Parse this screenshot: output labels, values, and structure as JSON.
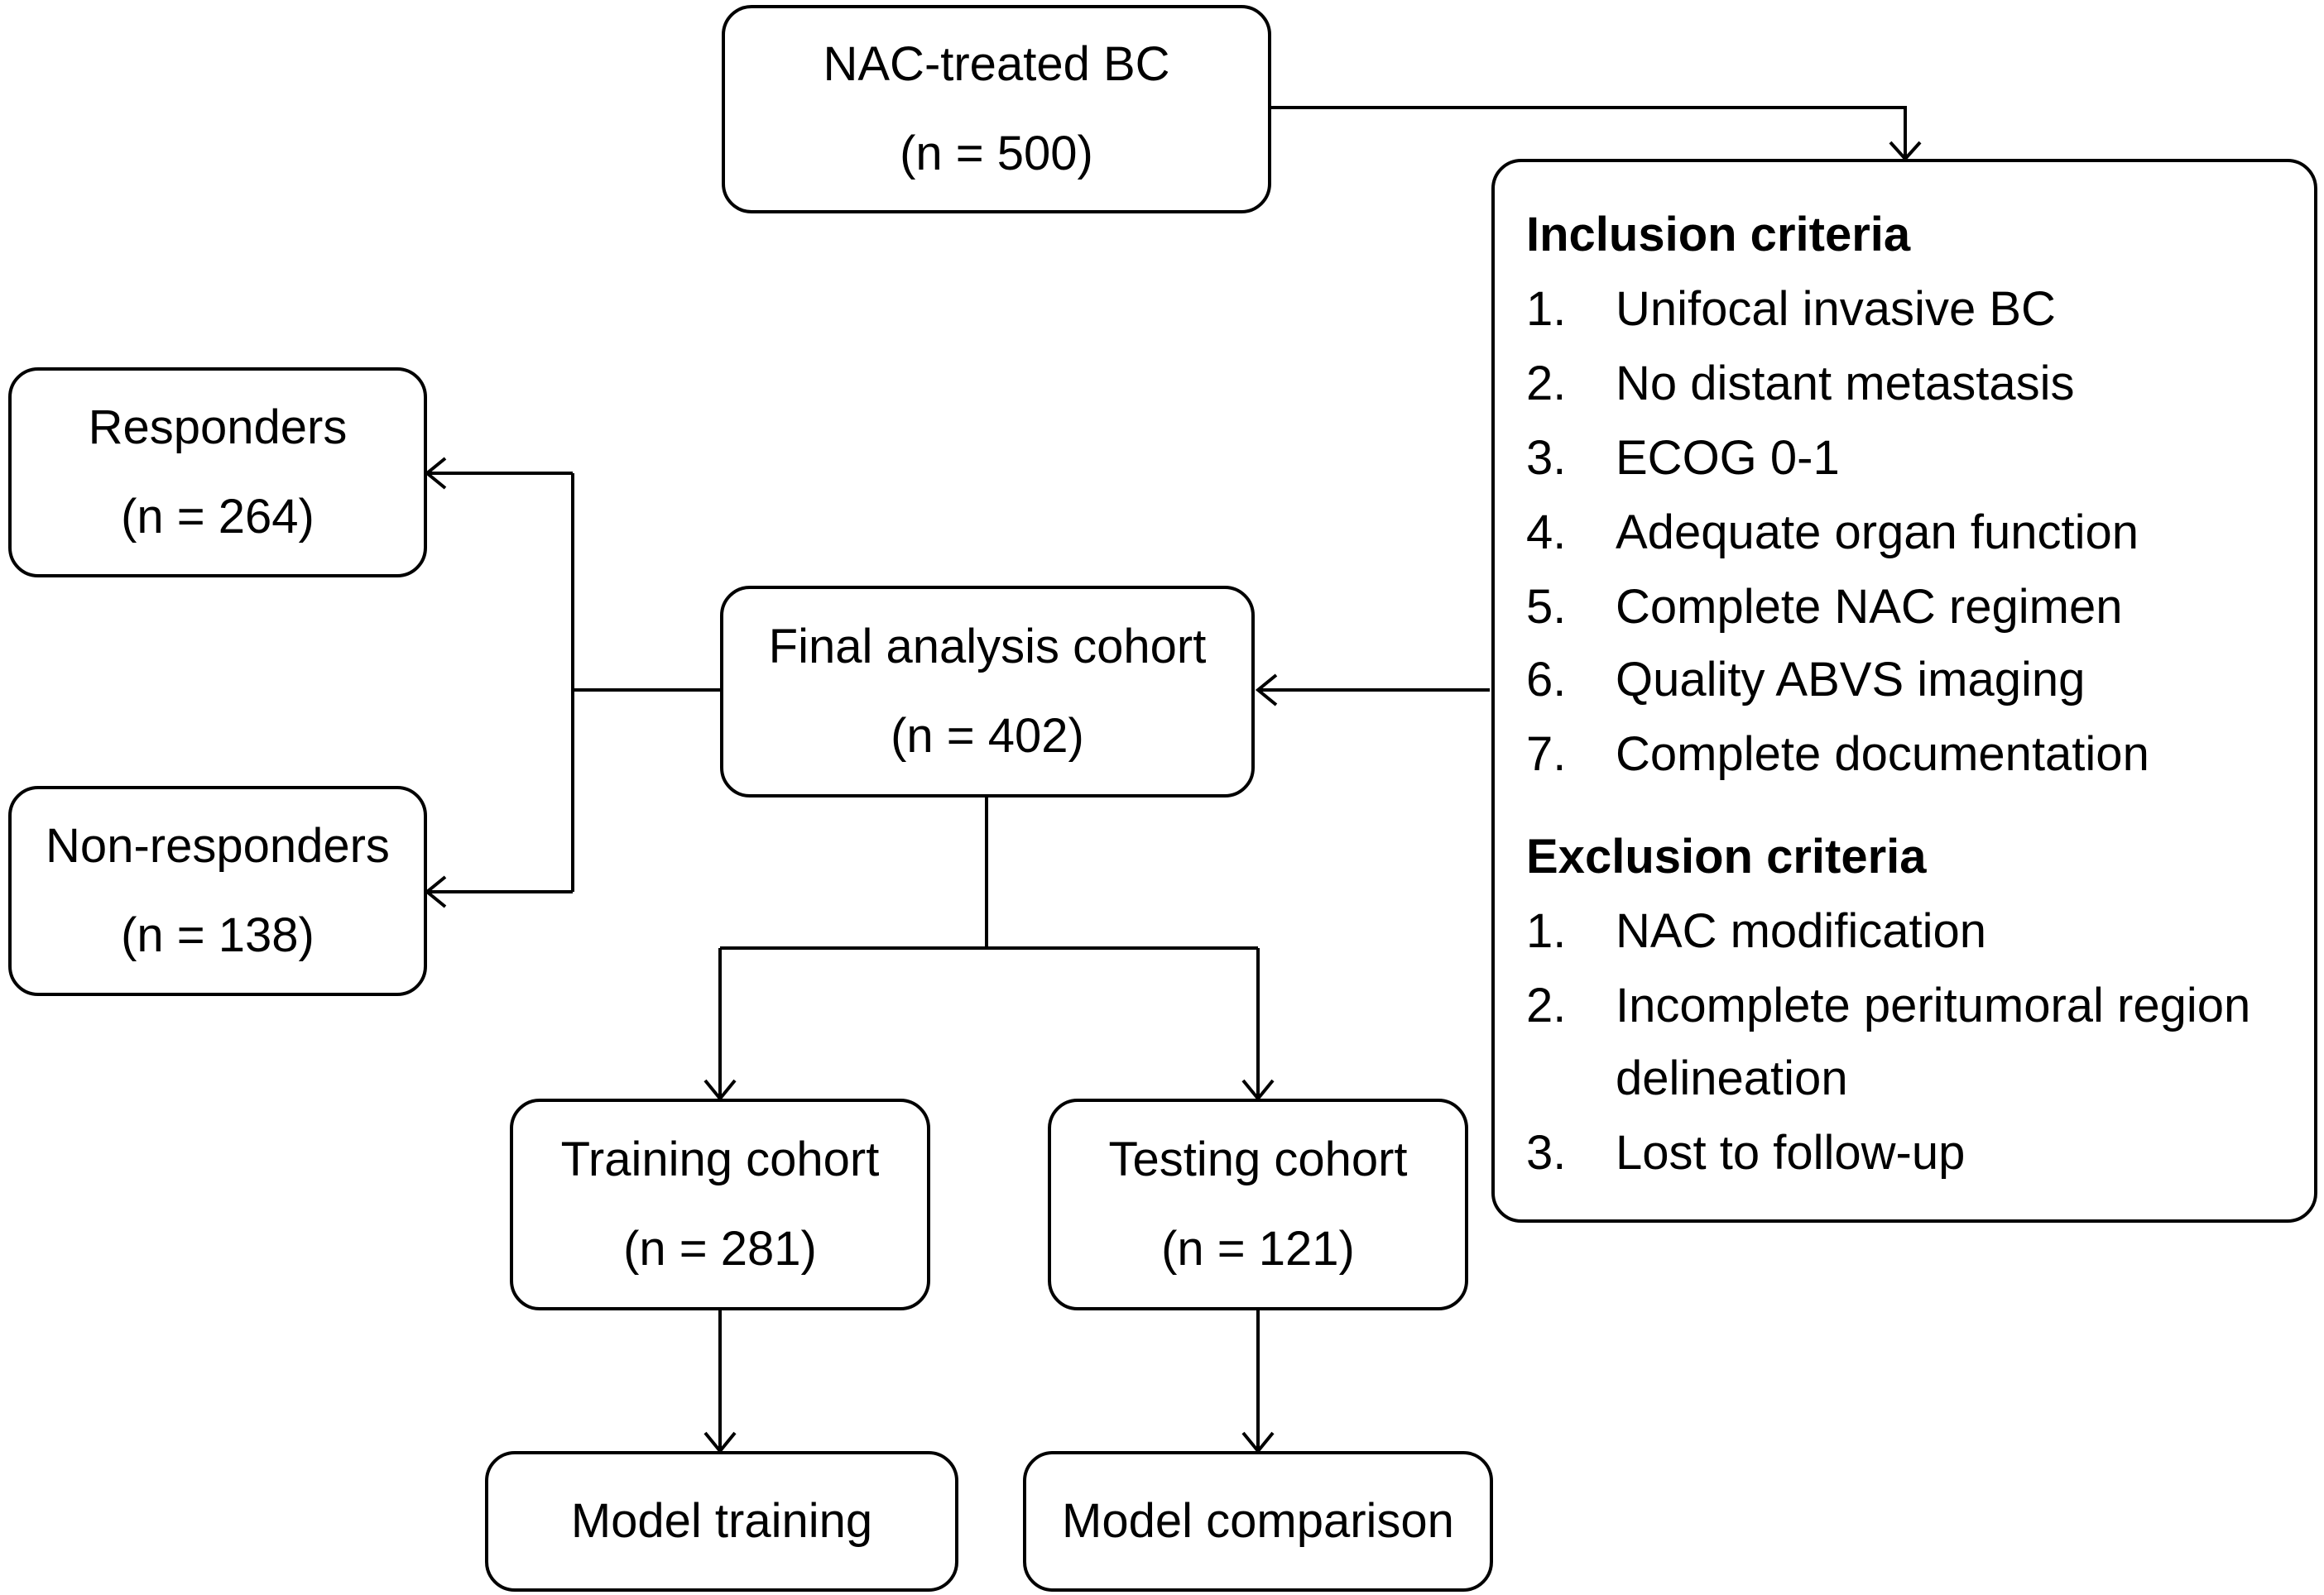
{
  "nodes": {
    "start": {
      "title": "NAC-treated BC",
      "count": "(n = 500)"
    },
    "responders": {
      "title": "Responders",
      "count": "(n = 264)"
    },
    "nonresponders": {
      "title": "Non-responders",
      "count": "(n = 138)"
    },
    "final": {
      "title": "Final analysis cohort",
      "count": "(n = 402)"
    },
    "training": {
      "title": "Training cohort",
      "count": "(n = 281)"
    },
    "testing": {
      "title": "Testing cohort",
      "count": "(n = 121)"
    },
    "model_training": {
      "title": "Model training"
    },
    "model_comparison": {
      "title": "Model comparison"
    }
  },
  "criteria": {
    "inclusion_title": "Inclusion criteria",
    "inclusion": [
      {
        "num": "1.",
        "text": "Unifocal invasive BC"
      },
      {
        "num": "2.",
        "text": "No distant metastasis"
      },
      {
        "num": "3.",
        "text": "ECOG 0-1"
      },
      {
        "num": "4.",
        "text": "Adequate organ function"
      },
      {
        "num": "5.",
        "text": "Complete NAC regimen"
      },
      {
        "num": "6.",
        "text": "Quality ABVS imaging"
      },
      {
        "num": "7.",
        "text": "Complete documentation"
      }
    ],
    "exclusion_title": "Exclusion criteria",
    "exclusion": [
      {
        "num": "1.",
        "text": "NAC modification"
      },
      {
        "num": "2.",
        "text": "Incomplete peritumoral region",
        "continuation": "delineation"
      },
      {
        "num": "3.",
        "text": "Lost to follow-up"
      }
    ]
  },
  "colors": {
    "stroke": "#000000",
    "background": "#ffffff"
  }
}
